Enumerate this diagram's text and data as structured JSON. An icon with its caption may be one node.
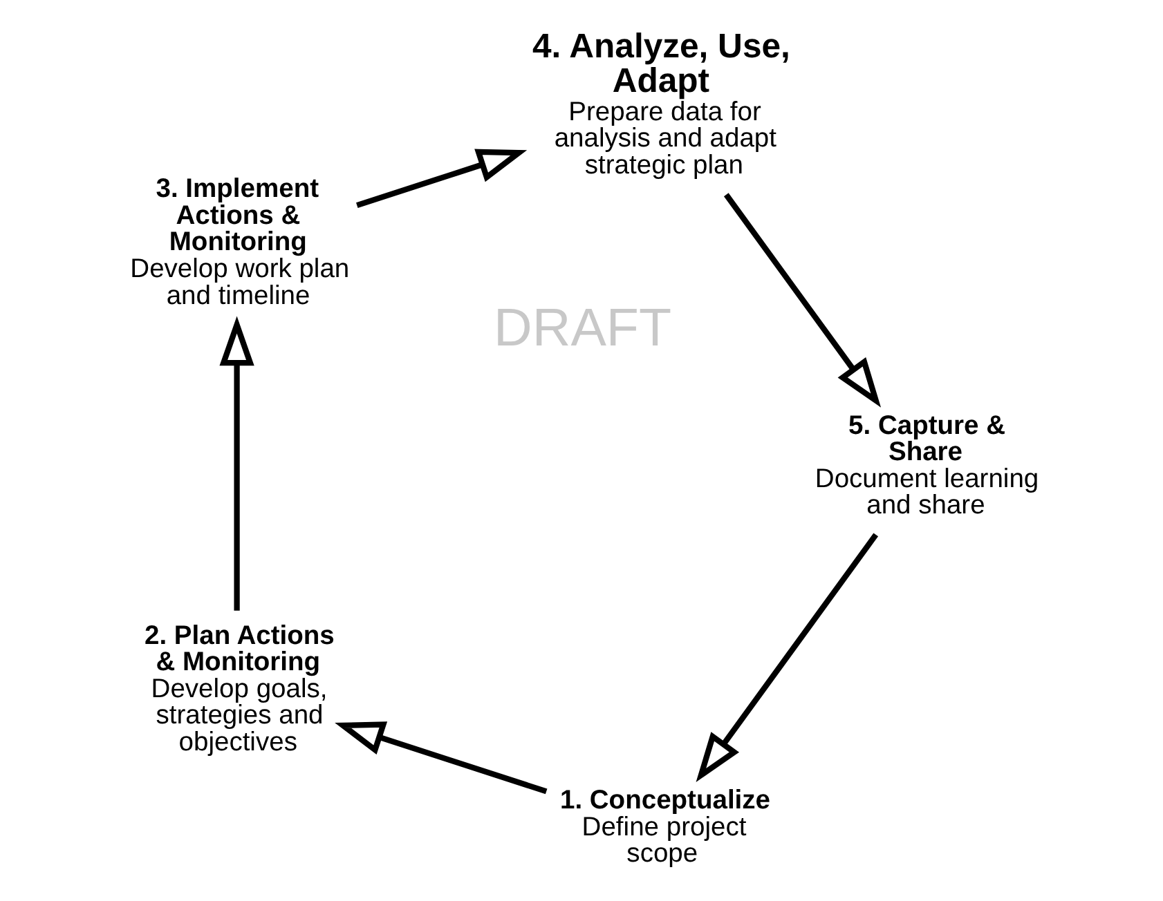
{
  "diagram": {
    "nodes": [
      {
        "text": [
          "1. Conceptualize",
          "Define project scope"
        ]
      },
      {
        "text": [
          "2. Plan Actions & Monitoring",
          "Develop goals, strategies and objectives"
        ]
      },
      {
        "text": [
          "3. Implement Actions & Monitoring",
          "Develop work plan and timeline"
        ]
      },
      {
        "text": [
          "4. Analyze, Use, Adapt",
          "Prepare data for analysis and adapt strategic plan"
        ]
      },
      {
        "text": [
          "5. Capture & Share",
          "Document learning and share"
        ]
      }
    ],
    "edges": [
      {
        "from": 4,
        "to": 0,
        "arrow": "to"
      },
      {
        "from": 0,
        "to": 1,
        "arrow": "to"
      },
      {
        "from": 1,
        "to": 2,
        "arrow": "to"
      },
      {
        "from": 2,
        "to": 3,
        "arrow": "to"
      },
      {
        "from": 3,
        "to": 4,
        "arrow": "to"
      }
    ],
    "labels": [
      "DRAFT"
    ]
  }
}
